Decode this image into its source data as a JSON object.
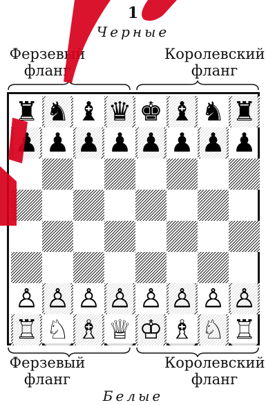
{
  "figure_number": "1",
  "black_side": "Черные",
  "white_side": "Белые",
  "top_left_flank": {
    "line1": "Ферзевый",
    "line2": "фланг"
  },
  "top_right_flank": {
    "line1": "Королевский",
    "line2": "фланг"
  },
  "bottom_left_flank": {
    "line1": "Ферзевый",
    "line2": "фланг"
  },
  "bottom_right_flank": {
    "line1": "Королевский",
    "line2": "фланг"
  },
  "board": {
    "rank8": [
      "black-rook",
      "black-knight",
      "black-bishop",
      "black-queen",
      "black-king",
      "black-bishop",
      "black-knight",
      "black-rook"
    ],
    "rank7": [
      "black-pawn",
      "black-pawn",
      "black-pawn",
      "black-pawn",
      "black-pawn",
      "black-pawn",
      "black-pawn",
      "black-pawn"
    ],
    "rank2": [
      "white-pawn",
      "white-pawn",
      "white-pawn",
      "white-pawn",
      "white-pawn",
      "white-pawn",
      "white-pawn",
      "white-pawn"
    ],
    "rank1": [
      "white-rook",
      "white-knight",
      "white-bishop",
      "white-queen",
      "white-king",
      "white-bishop",
      "white-knight",
      "white-rook"
    ]
  },
  "watermark_color": "#d8001c"
}
